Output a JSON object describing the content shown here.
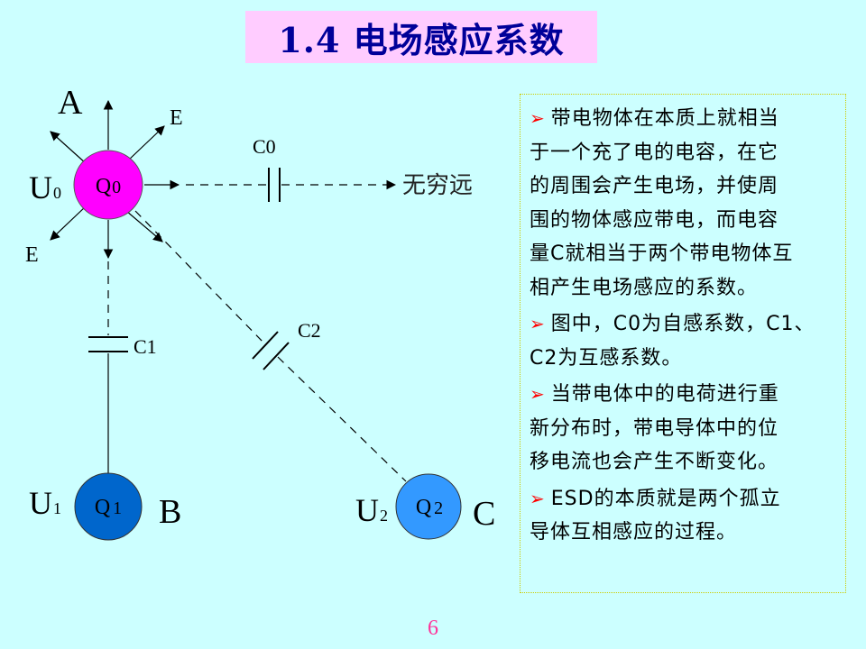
{
  "title": "1.4 电场感应系数",
  "diagram": {
    "label_A": "A",
    "label_E_top": "E",
    "label_E_left": "E",
    "label_B": "B",
    "label_C": "C",
    "u0_letter": "U",
    "u0_sub": "0",
    "u1_letter": "U",
    "u1_sub": "1",
    "u2_letter": "U",
    "u2_sub": "2",
    "q0_letter": "Q",
    "q0_sub": "0",
    "q1_letter": "Q",
    "q1_sub": "1",
    "q2_letter": "Q",
    "q2_sub": "2",
    "c0": "C0",
    "c1": "C1",
    "c2": "C2",
    "infinity": "无穷远",
    "colors": {
      "q0_fill": "#ff00ff",
      "q1_fill": "#0066cc",
      "q2_fill": "#3399ff",
      "lines": "#000000"
    }
  },
  "bullets": [
    [
      "带电物体在本质上就相当",
      "于一个充了电的电容，在它",
      "的周围会产生电场，并使周",
      "围的物体感应带电，而电容",
      "量C就相当于两个带电物体互",
      "相产生电场感应的系数。"
    ],
    [
      "图中，C0为自感系数，C1、",
      "C2为互感系数。"
    ],
    [
      "当带电体中的电荷进行重",
      "新分布时，带电导体中的位",
      "移电流也会产生不断变化。"
    ],
    [
      "ESD的本质就是两个孤立",
      "导体互相感应的过程。"
    ]
  ],
  "bullet_marker": "➢",
  "page_number": "6"
}
